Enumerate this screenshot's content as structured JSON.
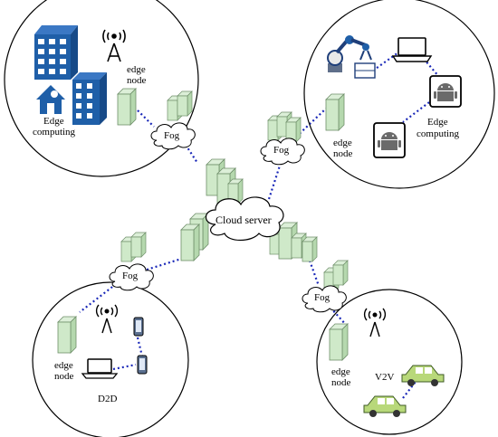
{
  "labels": {
    "cloud_server": "Cloud server",
    "fog": "Fog",
    "edge_node_line1": "edge",
    "edge_node_line2": "node",
    "edge_computing_line1": "Edge",
    "edge_computing_line2": "computing",
    "d2d": "D2D",
    "v2v": "V2V"
  },
  "colors": {
    "server_fill": "#c8e6c3",
    "server_stroke": "#6f8f6a",
    "link": "#1a28b8",
    "building": "#1f5fa8",
    "car": "#b8d87a"
  },
  "icons": [
    "building-icon",
    "cell-tower-icon",
    "house-icon",
    "robot-arm-icon",
    "laptop-icon",
    "android-phone-icon",
    "smartphone-icon",
    "car-icon",
    "server-rack-icon",
    "cloud-icon"
  ]
}
